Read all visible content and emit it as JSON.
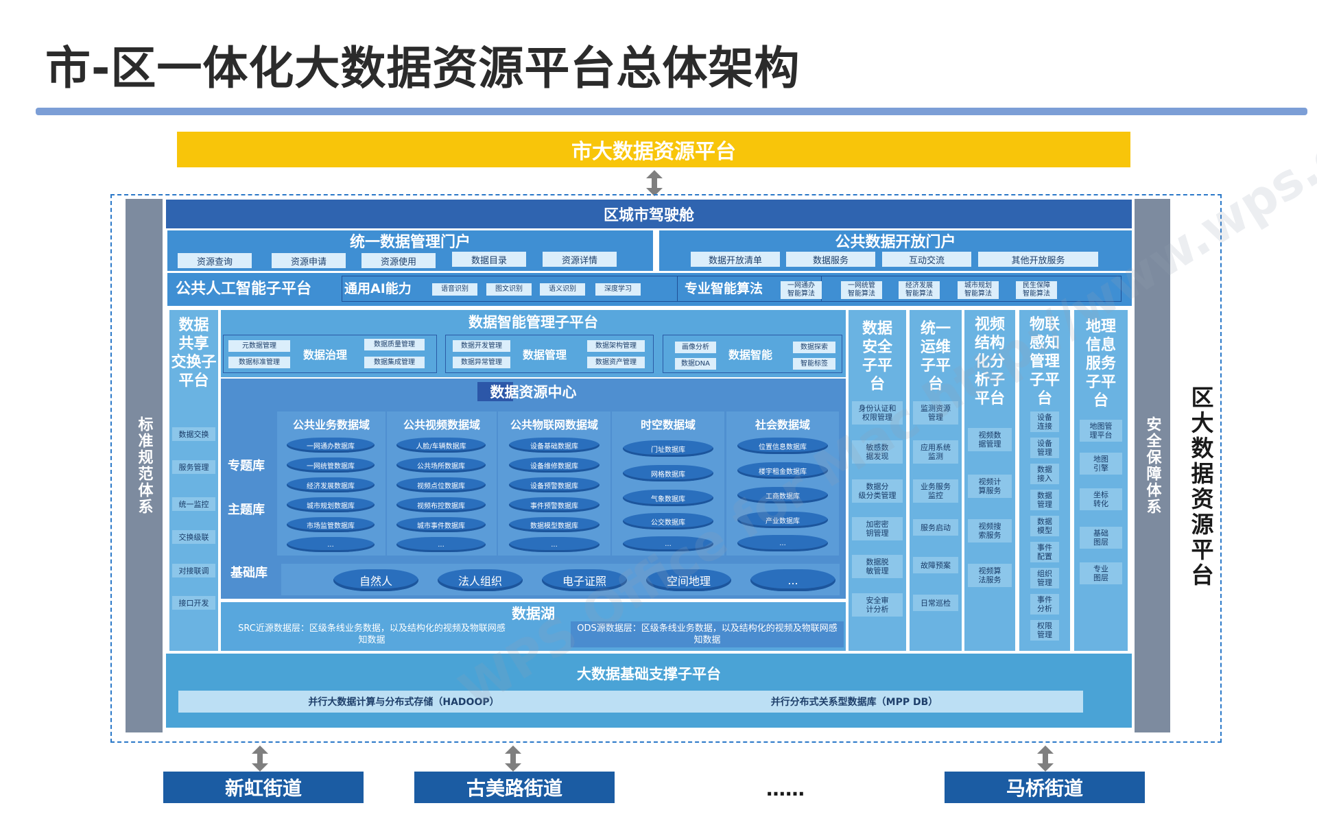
{
  "title": "市-区一体化大数据资源平台总体架构",
  "city_platform": "市大数据资源平台",
  "district_platform": "区大数据资源平台",
  "left_column": "标准规范体系",
  "right_column": "安全保障体系",
  "cockpit": "区城市驾驶舱",
  "portal_left": {
    "title": "统一数据管理门户",
    "items": [
      "资源查询",
      "资源申请",
      "资源使用",
      "数据目录",
      "资源详情"
    ]
  },
  "portal_right": {
    "title": "公共数据开放门户",
    "items": [
      "数据开放清单",
      "数据服务",
      "互动交流",
      "其他开放服务"
    ]
  },
  "ai_platform": {
    "title": "公共人工智能子平台",
    "general_label": "通用AI能力",
    "general_items": [
      "语音识别",
      "图文识别",
      "语义识别",
      "深度学习"
    ],
    "special_label": "专业智能算法",
    "special_items": [
      "一网通办\n智能算法",
      "一网统管\n智能算法",
      "经济发展\n智能算法",
      "城市规划\n智能算法",
      "民生保障\n智能算法"
    ]
  },
  "exchange": {
    "title": "数据\n共享\n交换子\n平台",
    "items": [
      "数据交换",
      "服务管理",
      "统一监控",
      "交换级联",
      "对接联调",
      "接口开发"
    ]
  },
  "intel_mgmt": {
    "title": "数据智能管理子平台",
    "governance": {
      "label": "数据治理",
      "left": [
        "元数据管理",
        "数据标准管理"
      ],
      "right": [
        "数据质量管理",
        "数据集成管理"
      ]
    },
    "management": {
      "label": "数据管理",
      "left": [
        "数据开发管理",
        "数据异常管理"
      ],
      "right": [
        "数据架构管理",
        "数据资产管理"
      ]
    },
    "intelligence": {
      "label": "数据智能",
      "left": [
        "画像分析",
        "数据DNA"
      ],
      "right": [
        "数据探索",
        "智能标签"
      ]
    }
  },
  "resource_center": {
    "title": "数据资源中心",
    "topic_label": "专题库",
    "theme_label": "主题库",
    "base_label": "基础库",
    "domains": [
      {
        "title": "公共业务数据域",
        "items": [
          "一网通办数据库",
          "一网统管数据库",
          "经济发展数据库",
          "城市规划数据库",
          "市场监管数据库",
          "..."
        ]
      },
      {
        "title": "公共视频数据域",
        "items": [
          "人脸/车辆数据库",
          "公共场所数据库",
          "视频点位数据库",
          "视频布控数据库",
          "城市事件数据库",
          "..."
        ]
      },
      {
        "title": "公共物联网数据域",
        "items": [
          "设备基础数据库",
          "设备维修数据库",
          "设备预警数据库",
          "事件预警数据库",
          "数据模型数据库",
          "..."
        ]
      },
      {
        "title": "时空数据域",
        "items": [
          "门址数据库",
          "网格数据库",
          "气象数据库",
          "公交数据库",
          "..."
        ]
      },
      {
        "title": "社会数据域",
        "items": [
          "位置信息数据库",
          "楼宇租金数据库",
          "工商数据库",
          "产业数据库",
          "..."
        ]
      }
    ],
    "base_items": [
      "自然人",
      "法人组织",
      "电子证照",
      "空间地理",
      "..."
    ]
  },
  "data_lake": {
    "title": "数据湖",
    "src": "SRC近源数据层：区级条线业务数据，以及结构化的视频及物联网感知数据",
    "ods": "ODS源数据层：区级条线业务数据，以及结构化的视频及物联网感知数据"
  },
  "right_subplatforms": [
    {
      "title": "数据\n安全\n子平\n台",
      "items": [
        "身份认证和\n权限管理",
        "敏感数\n据发现",
        "数据分\n级分类管理",
        "加密密\n钥管理",
        "数据脱\n敏管理",
        "安全审\n计分析"
      ]
    },
    {
      "title": "统一\n运维\n子平\n台",
      "items": [
        "监测资源\n管理",
        "应用系统\n监测",
        "业务服务\n监控",
        "服务启动",
        "故障预案",
        "日常巡检"
      ]
    },
    {
      "title": "视频\n结构\n化分\n析子\n平台",
      "items": [
        "视频数\n据管理",
        "视频计\n算服务",
        "视频搜\n索服务",
        "视频算\n法服务"
      ]
    },
    {
      "title": "物联\n感知\n管理\n子平\n台",
      "items": [
        "设备\n连接",
        "设备\n管理",
        "数据\n接入",
        "数据\n管理",
        "数据\n模型",
        "事件\n配置",
        "组织\n管理",
        "事件\n分析",
        "权限\n管理"
      ]
    },
    {
      "title": "地理\n信息\n服务\n子平\n台",
      "items": [
        "地图管\n理平台",
        "地图\n引擎",
        "坐标\n转化",
        "基础\n图层",
        "专业\n图层"
      ]
    }
  ],
  "support": {
    "title": "大数据基础支撑子平台",
    "left": "并行大数据计算与分布式存储（HADOOP）",
    "right": "并行分布式关系型数据库（MPP DB）"
  },
  "streets": [
    "新虹街道",
    "古美路街道",
    "马桥街道"
  ],
  "ellipsis": "……",
  "watermark": "WPS Office for Mac  http://www.wps.cn"
}
